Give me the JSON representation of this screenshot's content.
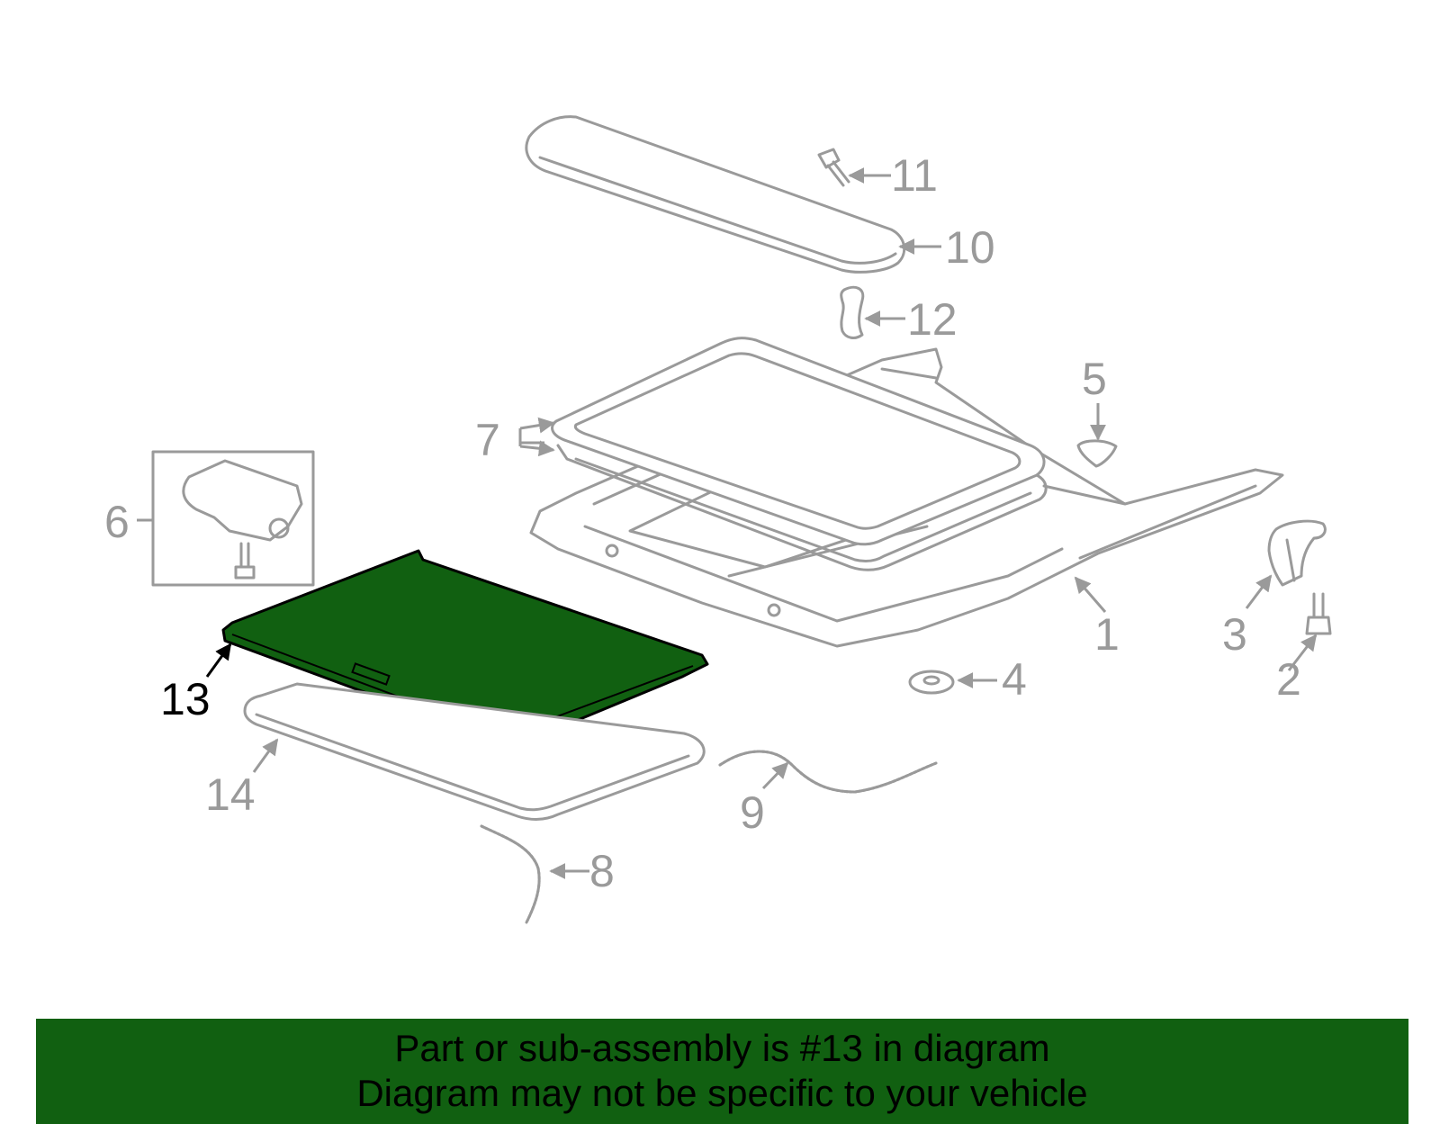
{
  "diagram": {
    "highlight_color": "#116011",
    "line_color": "#9a9a9a",
    "labels": {
      "p1": "1",
      "p2": "2",
      "p3": "3",
      "p4": "4",
      "p5": "5",
      "p6": "6",
      "p7": "7",
      "p8": "8",
      "p9": "9",
      "p10": "10",
      "p11": "11",
      "p12": "12",
      "p13": "13",
      "p14": "14"
    }
  },
  "banner": {
    "line1": "Part or sub-assembly is #13 in diagram",
    "line2": "Diagram may not be specific to your vehicle",
    "background": "#116011"
  }
}
